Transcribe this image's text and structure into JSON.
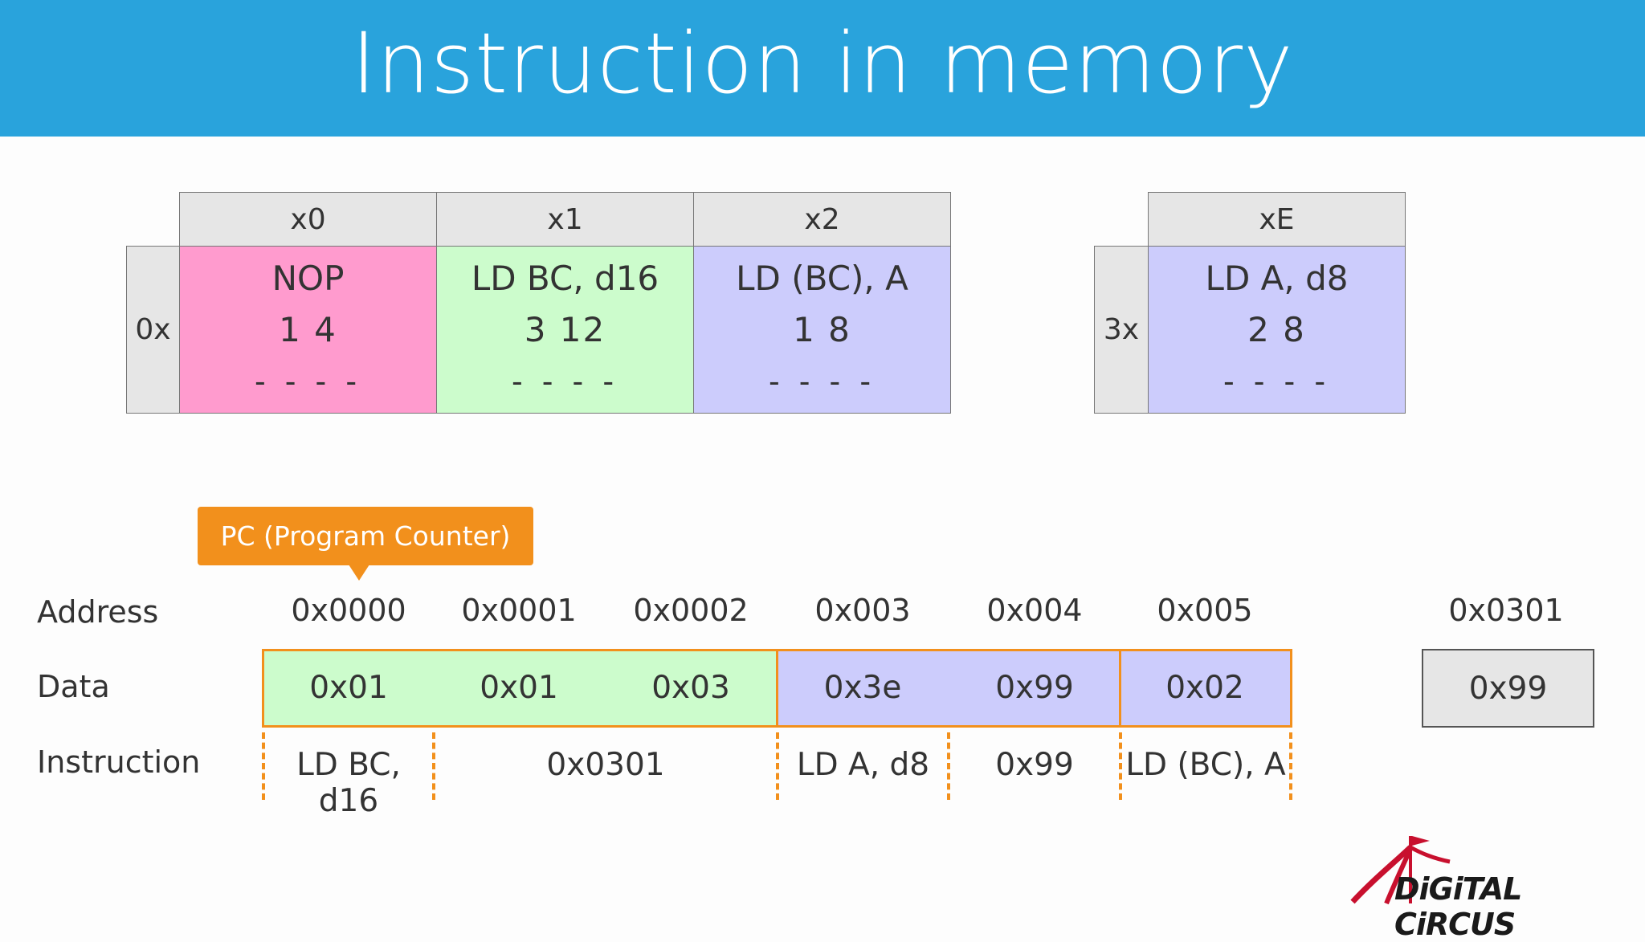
{
  "title": "Instruction in memory",
  "opcode_table": {
    "column_headers": [
      "x0",
      "x1",
      "x2"
    ],
    "row_header": "0x",
    "cells": [
      {
        "mnemonic": "NOP",
        "bytes_cycles": "1  4",
        "flags": "- - - -",
        "color": "#ff9bce"
      },
      {
        "mnemonic": "LD BC, d16",
        "bytes_cycles": "3  12",
        "flags": "- - - -",
        "color": "#ccfccc"
      },
      {
        "mnemonic": "LD (BC), A",
        "bytes_cycles": "1  8",
        "flags": "- - - -",
        "color": "#ccccfc"
      }
    ]
  },
  "opcode_table_2": {
    "column_header": "xE",
    "row_header": "3x",
    "cell": {
      "mnemonic": "LD A, d8",
      "bytes_cycles": "2  8",
      "flags": "- - - -",
      "color": "#ccccfc"
    }
  },
  "pc_label": "PC (Program Counter)",
  "row_labels": {
    "address": "Address",
    "data": "Data",
    "instruction": "Instruction"
  },
  "memory": {
    "addresses": [
      "0x0000",
      "0x0001",
      "0x0002",
      "0x003",
      "0x004",
      "0x005"
    ],
    "data": [
      "0x01",
      "0x01",
      "0x03",
      "0x3e",
      "0x99",
      "0x02"
    ],
    "instructions": [
      "LD BC, d16",
      "0x0301",
      "LD A, d8",
      "0x99",
      "LD (BC), A"
    ],
    "far_address": "0x0301",
    "far_data": "0x99"
  },
  "colors": {
    "banner": "#29a3dc",
    "accent": "#f2901c",
    "green": "#ccfccc",
    "purple": "#ccccfc",
    "pink": "#ff9bce"
  },
  "logo": {
    "text": "DiGiTAL CiRCUS"
  }
}
